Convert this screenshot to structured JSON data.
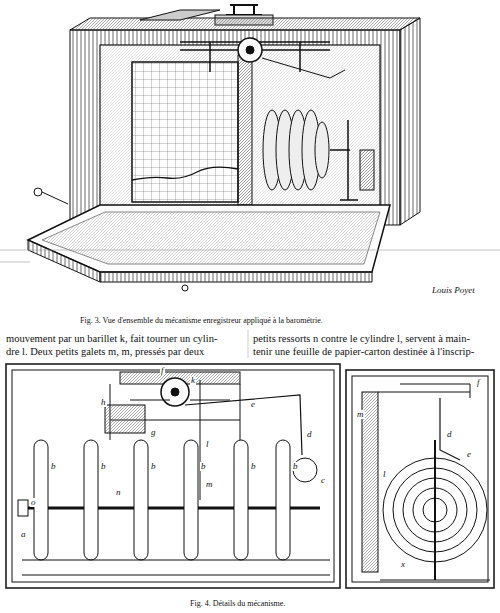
{
  "diagram": {
    "labels": [
      "Fig. 3. Vue d'ensemble du mécanisme enregistreur appliqué à la barométrie.",
      "Louis Poyet",
      "mouvement par un barillet k, fait tourner un cylin-",
      "dre l. Deux petits galets m, m, pressés par deux",
      "petits ressorts n contre le cylindre l, servent à main-",
      "tenir une feuille de papier-carton destinée à l'inscrip-",
      "b",
      "b",
      "b",
      "b",
      "b",
      "b",
      "a",
      "o",
      "k",
      "l",
      "h",
      "g",
      "m",
      "n",
      "c",
      "d",
      "e",
      "f",
      "f",
      "e",
      "l",
      "m",
      "d",
      "x",
      "Fig. 4. Détails du mécanisme."
    ]
  }
}
